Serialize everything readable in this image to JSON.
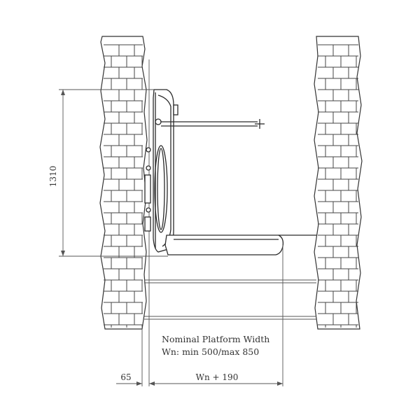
{
  "annotations": {
    "height_dimension": "1310",
    "platform_title": "Nominal Platform Width",
    "platform_range": "Wn: min 500/max 850",
    "offset_dimension": "65",
    "width_dimension": "Wn + 190"
  }
}
